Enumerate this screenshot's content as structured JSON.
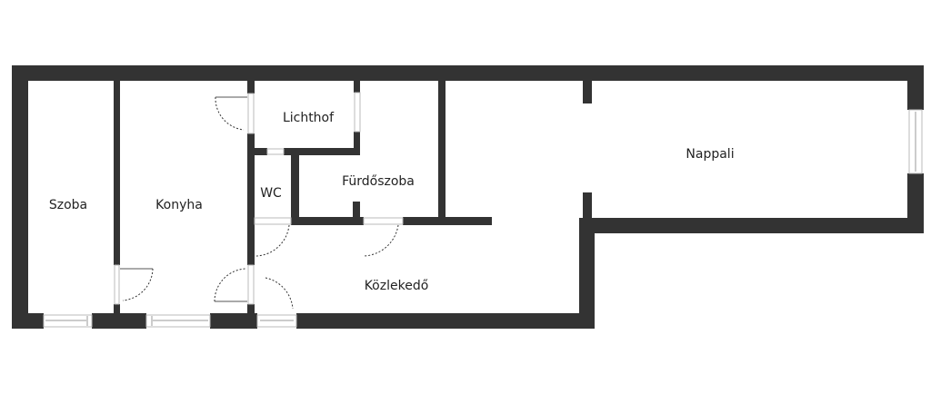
{
  "plan": {
    "wall_color": "#333333",
    "rooms": {
      "szoba": "Szoba",
      "konyha": "Konyha",
      "lichthof": "Lichthof",
      "wc": "WC",
      "furdoszoba": "Fürdőszoba",
      "kozlekedo": "Közlekedő",
      "nappali": "Nappali"
    }
  }
}
